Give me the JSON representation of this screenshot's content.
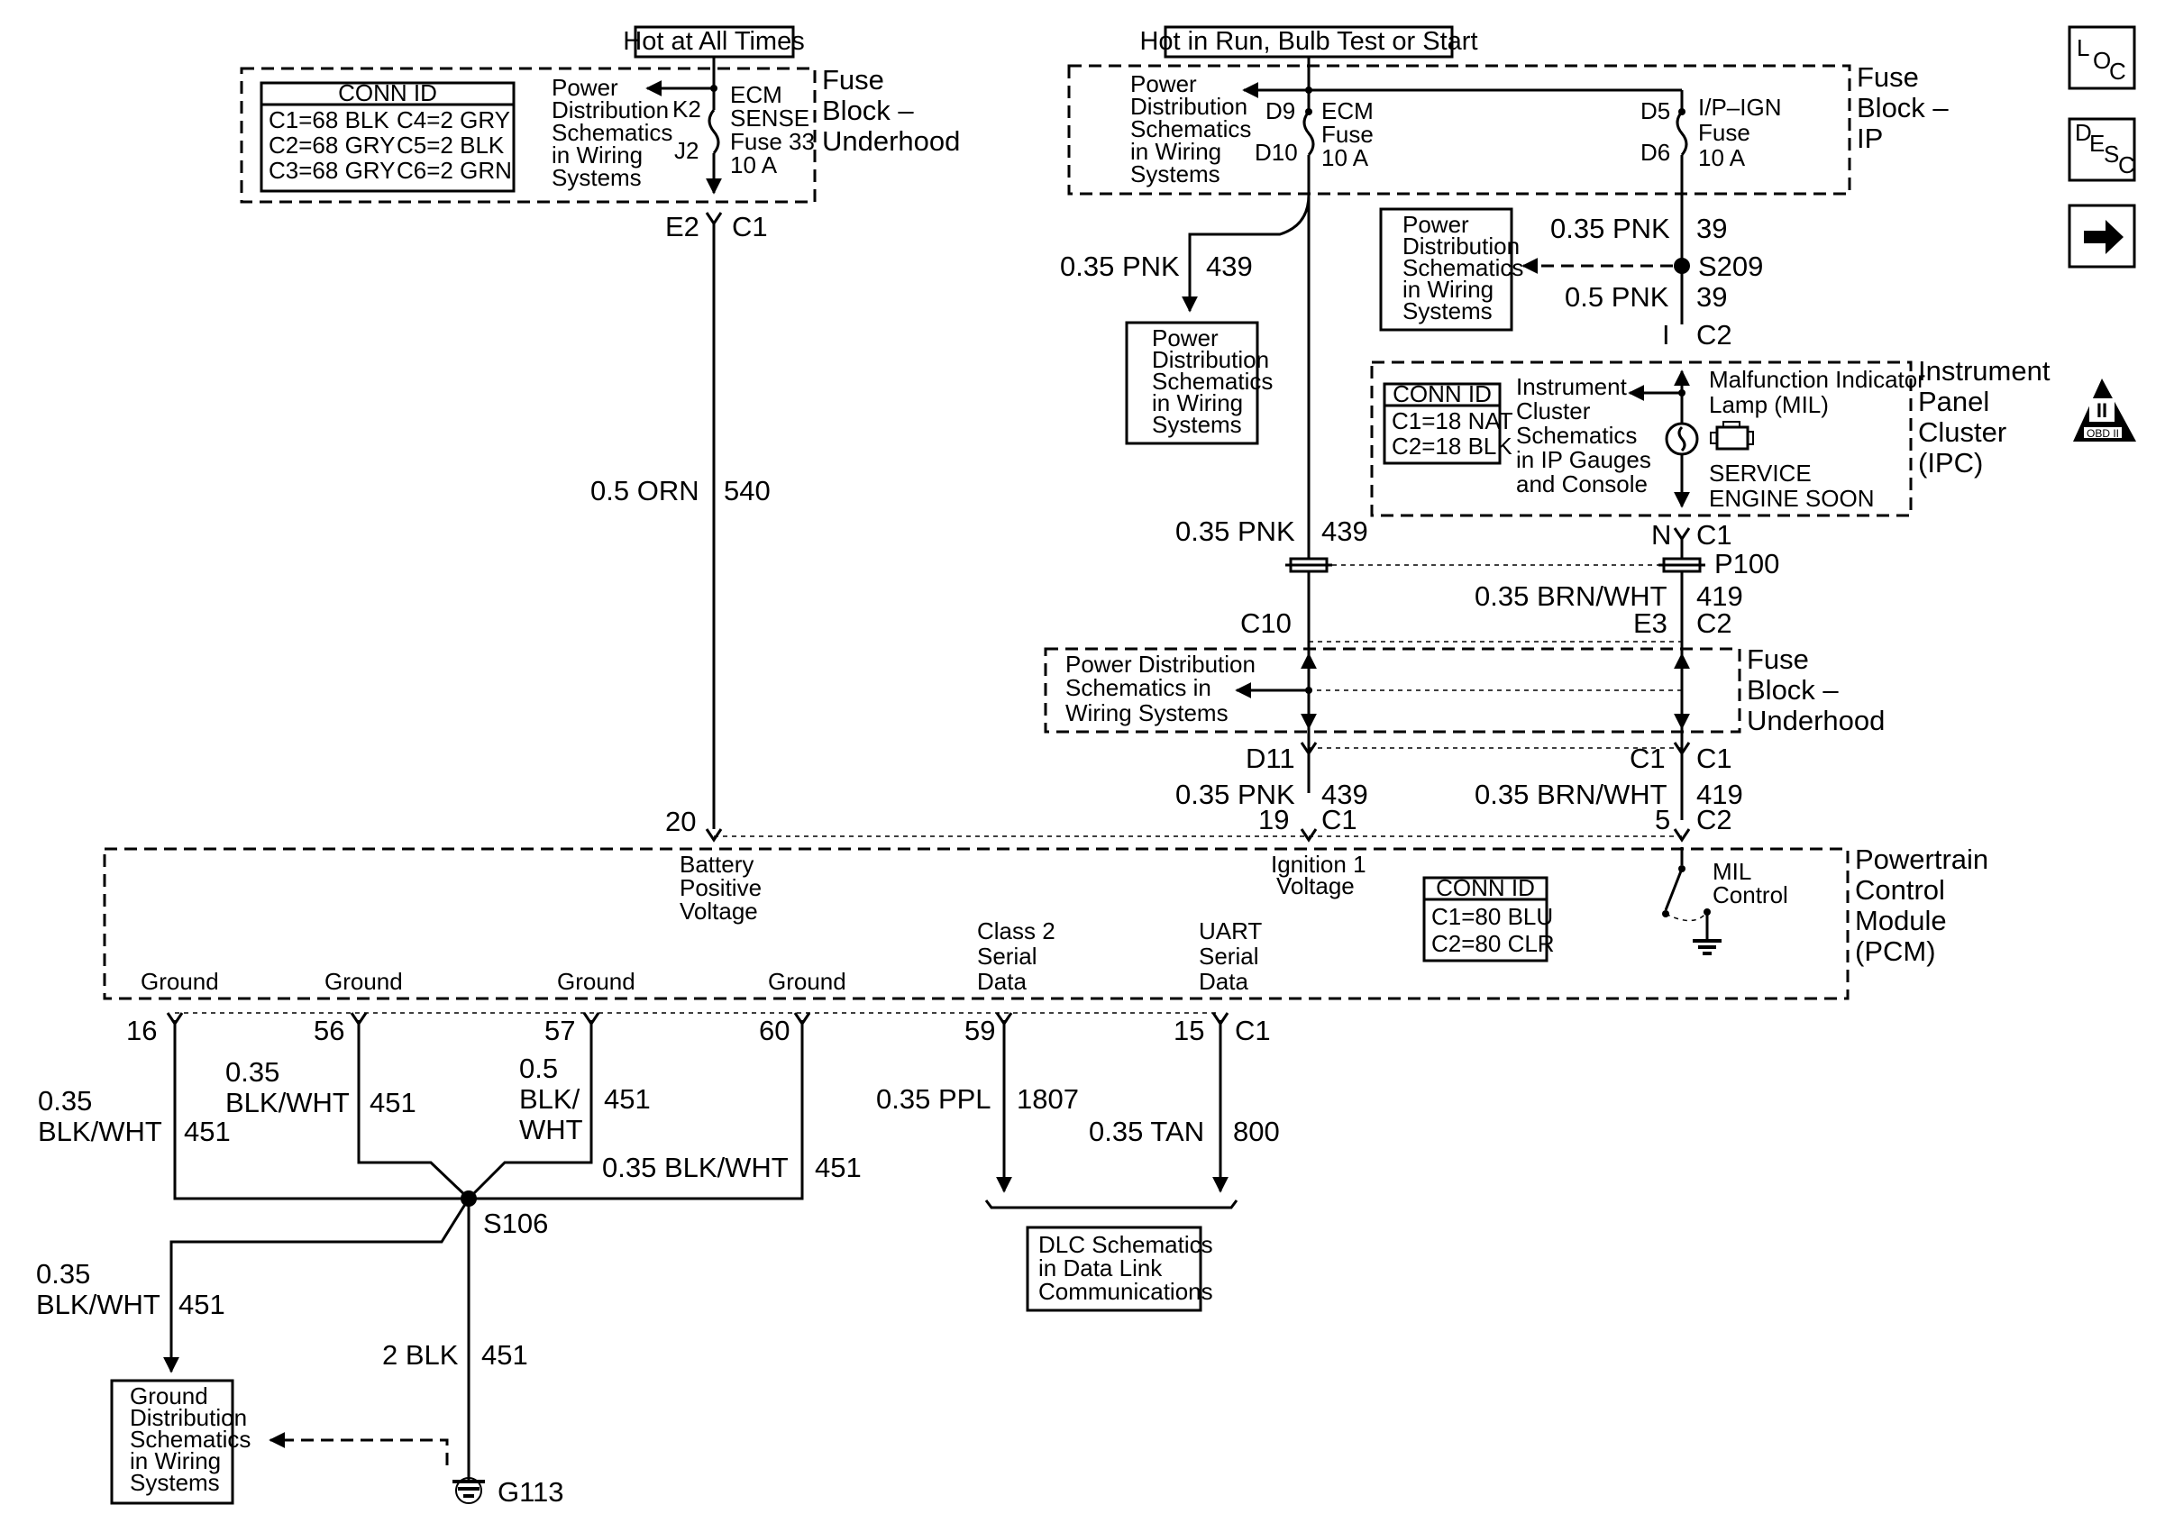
{
  "hot_at_all_times": "Hot at All Times",
  "hot_in_run": "Hot in Run, Bulb Test or Start",
  "nav": {
    "loc_l": "L",
    "loc_o": "O",
    "loc_c": "C",
    "desc_d": "D",
    "desc_e": "E",
    "desc_s": "S",
    "desc_c": "C",
    "obd_roman": "II",
    "obd_text": "OBD II"
  },
  "fb_underhood_top": {
    "title1": "Fuse",
    "title2": "Block –",
    "title3": "Underhood",
    "conn_id": "CONN ID",
    "conn": [
      "C1=68 BLK",
      "C2=68 GRY",
      "C3=68 GRY",
      "C4=2 GRY",
      "C5=2 BLK",
      "C6=2 GRN"
    ],
    "pd1": "Power",
    "pd2": "Distribution",
    "pd3": "Schematics",
    "pd4": "in Wiring",
    "pd5": "Systems",
    "k2": "K2",
    "j2": "J2",
    "fuse1": "ECM",
    "fuse2": "SENSE",
    "fuse3": "Fuse 33",
    "fuse4": "10 A",
    "e2": "E2",
    "c1": "C1"
  },
  "fb_ip": {
    "title1": "Fuse",
    "title2": "Block –",
    "title3": "IP",
    "pd1": "Power",
    "pd2": "Distribution",
    "pd3": "Schematics",
    "pd4": "in Wiring",
    "pd5": "Systems",
    "d9": "D9",
    "d10": "D10",
    "d5": "D5",
    "d6": "D6",
    "ecm1": "ECM",
    "ecm2": "Fuse",
    "ecm3": "10 A",
    "ip1": "I/P–IGN",
    "ip2": "Fuse",
    "ip3": "10 A"
  },
  "wires": {
    "w439a_gauge": "0.35 PNK",
    "w439a_circ": "439",
    "w540_gauge": "0.5 ORN",
    "w540_circ": "540",
    "w39a_gauge": "0.35 PNK",
    "w39a_circ": "39",
    "s209": "S209",
    "w39b_gauge": "0.5 PNK",
    "w39b_circ": "39",
    "c2_i": "I",
    "c2_label": "C2",
    "w439b_gauge": "0.35 PNK",
    "w439b_circ": "439",
    "n": "N",
    "c1_n": "C1",
    "p100": "P100",
    "w419a_gauge": "0.35 BRN/WHT",
    "w419a_circ": "419",
    "c10": "C10",
    "e3": "E3",
    "c2_e3": "C2",
    "d11": "D11",
    "c1_left": "C1",
    "c1_right": "C1",
    "w439c_gauge": "0.35 PNK",
    "w439c_circ": "439",
    "w419b_gauge": "0.35 BRN/WHT",
    "w419b_circ": "419",
    "pin20": "20",
    "pin19": "19",
    "c1_19": "C1",
    "pin5": "5",
    "c2_5": "C2"
  },
  "pd_box_mid": {
    "l1": "Power",
    "l2": "Distribution",
    "l3": "Schematics",
    "l4": "in Wiring",
    "l5": "Systems"
  },
  "pd_box_right": {
    "l1": "Power",
    "l2": "Distribution",
    "l3": "Schematics",
    "l4": "in Wiring",
    "l5": "Systems"
  },
  "ipc": {
    "title1": "Instrument",
    "title2": "Panel",
    "title3": "Cluster",
    "title4": "(IPC)",
    "conn_id": "CONN ID",
    "conn": [
      "C1=18 NAT",
      "C2=18 BLK"
    ],
    "ic1": "Instrument",
    "ic2": "Cluster",
    "ic3": "Schematics",
    "ic4": "in IP Gauges",
    "ic5": "and Console",
    "mil1": "Malfunction Indicator",
    "mil2": "Lamp (MIL)",
    "ses1": "SERVICE",
    "ses2": "ENGINE SOON"
  },
  "fb_underhood_mid": {
    "title1": "Fuse",
    "title2": "Block –",
    "title3": "Underhood",
    "pd1": "Power Distribution",
    "pd2": "Schematics in",
    "pd3": "Wiring Systems"
  },
  "pcm": {
    "title1": "Powertrain",
    "title2": "Control",
    "title3": "Module",
    "title4": "(PCM)",
    "bat1": "Battery",
    "bat2": "Positive",
    "bat3": "Voltage",
    "ign1": "Ignition 1",
    "ign2": "Voltage",
    "conn_id": "CONN ID",
    "conn": [
      "C1=80 BLU",
      "C2=80 CLR"
    ],
    "mil1": "MIL",
    "mil2": "Control",
    "gnd": [
      "Ground",
      "Ground",
      "Ground",
      "Ground"
    ],
    "c2s1": "Class 2",
    "c2s2": "Serial",
    "c2s3": "Data",
    "ua1": "UART",
    "ua2": "Serial",
    "ua3": "Data"
  },
  "bottom": {
    "p16": "16",
    "p56": "56",
    "p57": "57",
    "p60": "60",
    "p59": "59",
    "p15": "15",
    "c1": "C1",
    "w16_g1": "0.35",
    "w16_g2": "BLK/WHT",
    "w16_c": "451",
    "w56_g1": "0.35",
    "w56_g2": "BLK/WHT",
    "w56_c": "451",
    "w57_g1": "0.5",
    "w57_g2": "BLK/",
    "w57_g3": "WHT",
    "w57_c": "451",
    "w60_g": "0.35 BLK/WHT",
    "w60_c": "451",
    "w59_g": "0.35 PPL",
    "w59_c": "1807",
    "w15_g": "0.35 TAN",
    "w15_c": "800",
    "s106": "S106",
    "wg_g1": "0.35",
    "wg_g2": "BLK/WHT",
    "wg_c": "451",
    "w2_g": "2 BLK",
    "w2_c": "451",
    "g113": "G113",
    "dlc1": "DLC Schematics",
    "dlc2": "in Data Link",
    "dlc3": "Communications",
    "gd1": "Ground",
    "gd2": "Distribution",
    "gd3": "Schematics",
    "gd4": "in Wiring",
    "gd5": "Systems"
  }
}
